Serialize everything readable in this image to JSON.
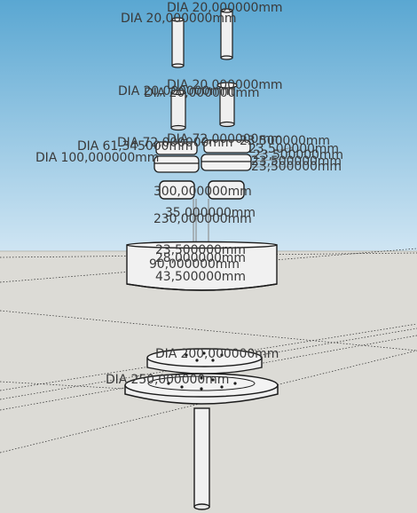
{
  "viewport": {
    "sky_top_color": "#5aa7d2",
    "sky_bottom_color": "#cfe5f3",
    "ground_color": "#dcdbd6",
    "model_fill_color": "#f2f2f2",
    "model_shadow_color": "#c9c9c9",
    "edge_color": "#1c1c1c",
    "dimension_text_color": "#3a3a3a"
  },
  "dimensions": {
    "pin_right_dia": "DIA 20,000000mm",
    "pin_left_dia": "DIA 20,000000mm",
    "pin_mid_dia_a": "DIA 20,000000mm",
    "pin_mid_dia_b": "DIA 20,000000mm",
    "pin_mid_dia_c": "DIA 20,000000mm",
    "ring_dia_a": "DIA 72,000000mm",
    "ring_dia_b": "DIA 72,000000mm",
    "ring_dia_c": "DIA 61,345000mm",
    "ring_dia_d": "DIA 100,000000mm",
    "ring_right_a": "23,500000mm",
    "ring_right_b": "23,500000mm",
    "ring_right_c": "23,500000mm",
    "ring_right_d": "23,500000mm",
    "ring_right_e": "23,500000mm",
    "length_300": "300,000000mm",
    "length_35": "35,000000mm",
    "length_230": "230,000000mm",
    "hub_23_5": "23,500000mm",
    "hub_28": "28,000000mm",
    "hub_90": "90,000000mm",
    "hub_43_5": "43,500000mm",
    "plate_upper_dia": "DIA 200,000000mm",
    "plate_lower_dia": "DIA 250,000000mm"
  }
}
